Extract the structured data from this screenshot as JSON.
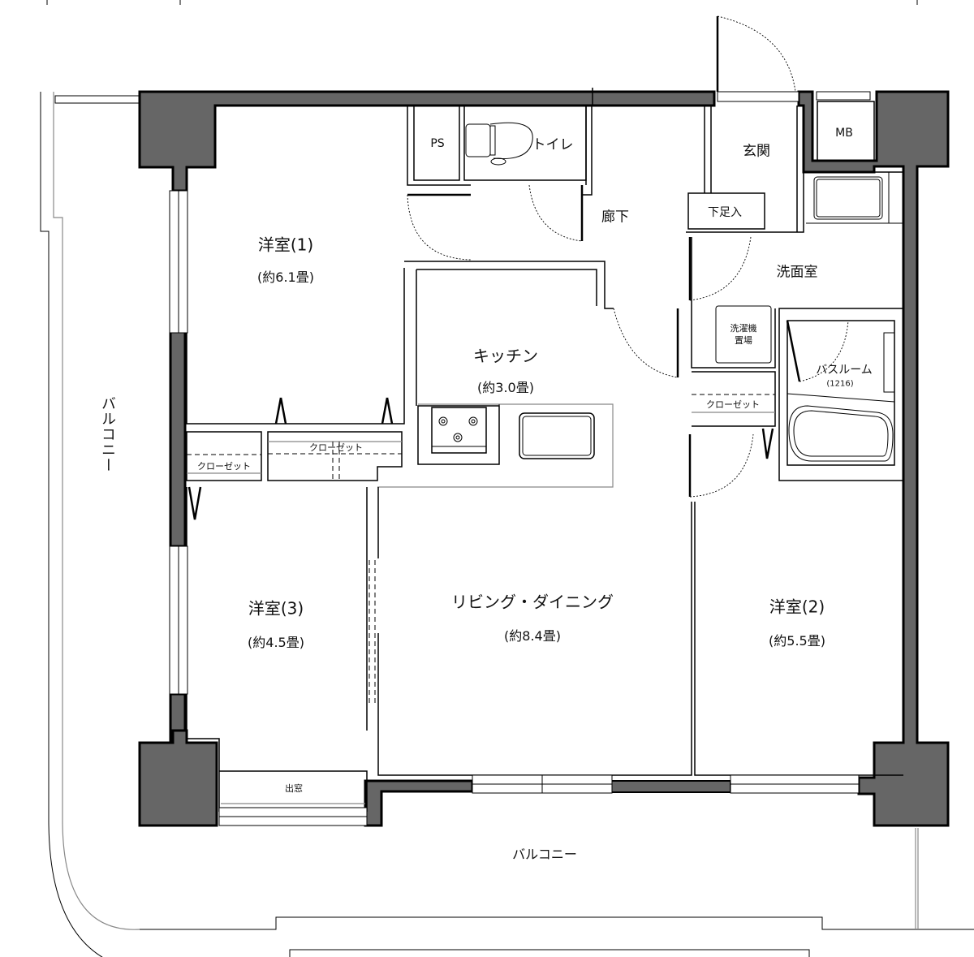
{
  "plan": {
    "rooms": {
      "western1": {
        "name": "洋室(1)",
        "area": "(約6.1畳)"
      },
      "western2": {
        "name": "洋室(2)",
        "area": "(約5.5畳)"
      },
      "western3": {
        "name": "洋室(3)",
        "area": "(約4.5畳)"
      },
      "kitchen": {
        "name": "キッチン",
        "area": "(約3.0畳)"
      },
      "living": {
        "name": "リビング・ダイニング",
        "area": "(約8.4畳)"
      },
      "toilet": {
        "name": "トイレ"
      },
      "ps": {
        "name": "PS"
      },
      "mb": {
        "name": "MB"
      },
      "entrance": {
        "name": "玄関"
      },
      "hallway": {
        "name": "廊下"
      },
      "shoe_storage": {
        "name": "下足入"
      },
      "washroom": {
        "name": "洗面室"
      },
      "washer_space": {
        "line1": "洗濯機",
        "line2": "置場"
      },
      "bathroom": {
        "name": "バスルーム",
        "size": "(1216)"
      },
      "closet_w1": {
        "name": "クローゼット"
      },
      "closet_w3": {
        "name": "クローゼット"
      },
      "closet_w2": {
        "name": "クローゼット"
      },
      "bay_window": {
        "name": "出窓"
      },
      "balcony_south": {
        "name": "バルコニー"
      },
      "balcony_west": {
        "name": "バルコニー"
      }
    },
    "colors": {
      "structural_wall": "#666666",
      "line": "#000000",
      "background": "#ffffff"
    }
  }
}
